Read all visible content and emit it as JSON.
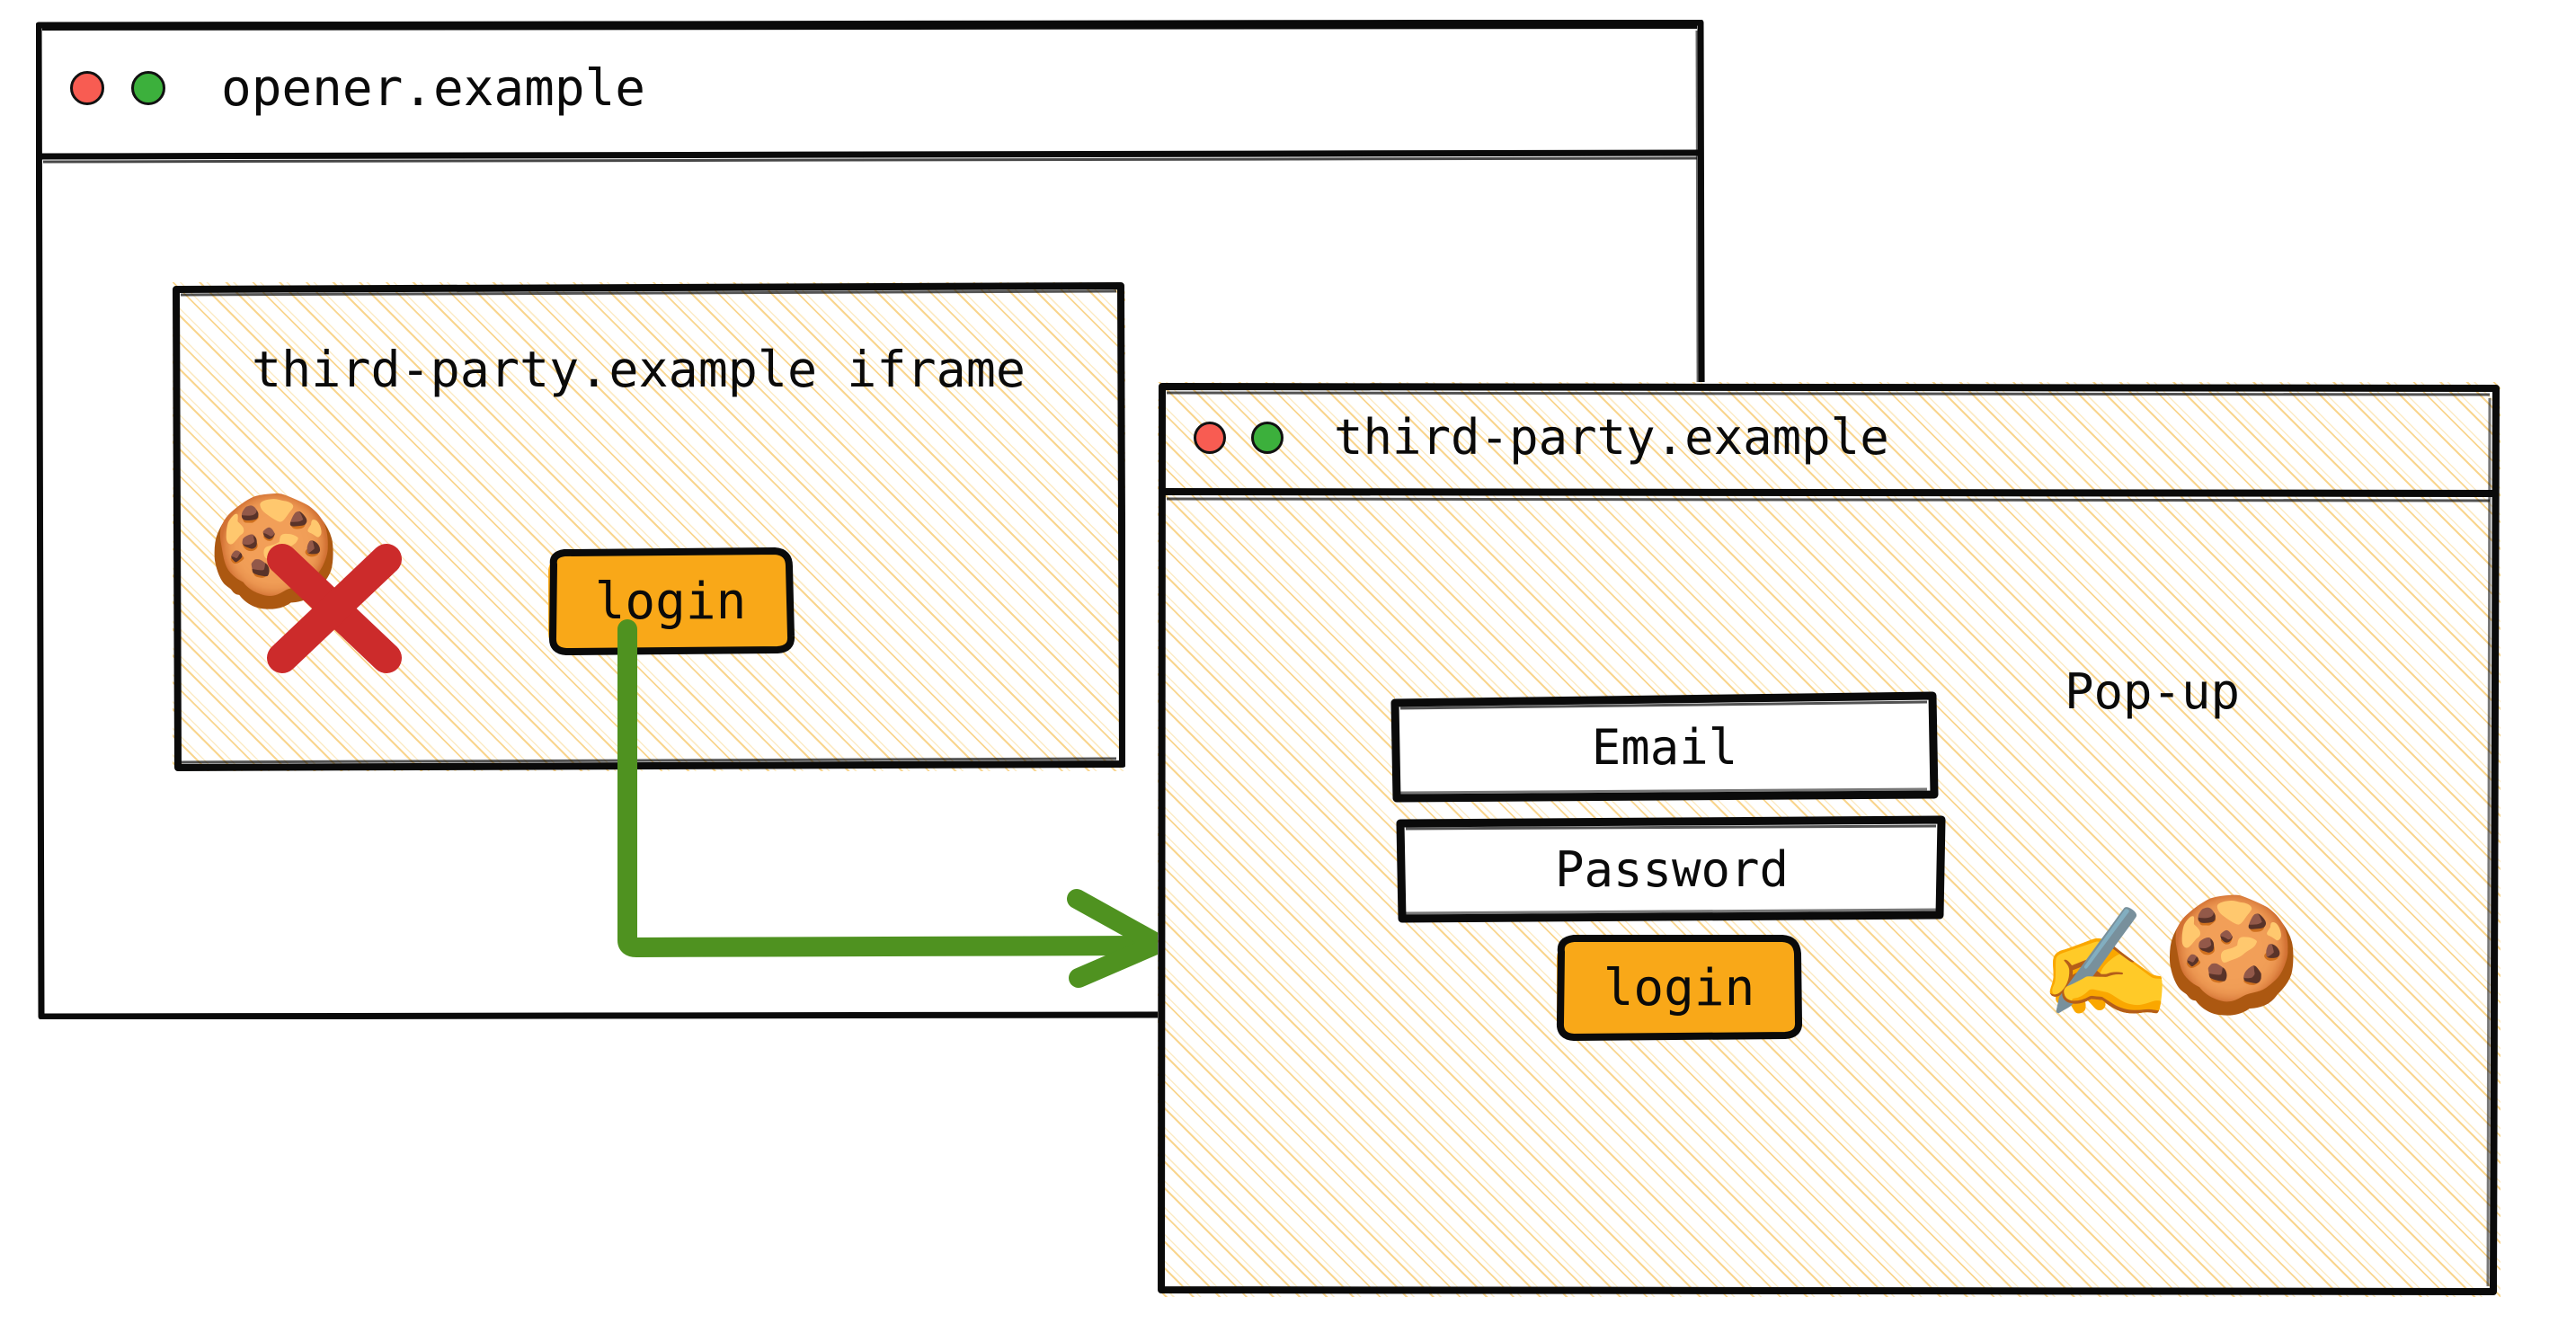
{
  "diagram": {
    "title": "Third-party iframe opens a pop-up to set cookies in first-party context",
    "accent_colors": {
      "hatch": "#f8ce7a",
      "button_orange": "#f9a818",
      "arrow_green": "#4f9220",
      "cross_red": "#cc2b2b",
      "dot_red": "#f85c52",
      "dot_green": "#3cb03c",
      "ink": "#0a0a0a",
      "paper": "#ffffff"
    }
  },
  "opener_window": {
    "title": "opener.example",
    "controls": {
      "close_label": "close",
      "maximize_label": "maximize"
    },
    "iframe": {
      "label": "third-party.example iframe",
      "cookie_icon": "cookie-icon",
      "cookie_blocked_icon": "red-cross-icon",
      "cookie_glyph": "🍪",
      "cookie_blocked_glyph": "✕",
      "login_button": "login"
    }
  },
  "popup_window": {
    "title": "third-party.example",
    "annotation": "Pop-up",
    "controls": {
      "close_label": "close",
      "maximize_label": "maximize"
    },
    "form": {
      "email_label": "Email",
      "password_label": "Password",
      "login_button": "login"
    },
    "signing_icon": "writing-hand-icon",
    "signing_glyph": "✍️",
    "cookie_icon": "cookie-icon",
    "cookie_glyph": "🍪"
  },
  "flow_arrow": {
    "name": "login-opens-popup-arrow",
    "from": "iframe login button",
    "to": "third-party.example pop-up window",
    "color": "#4f9220"
  }
}
